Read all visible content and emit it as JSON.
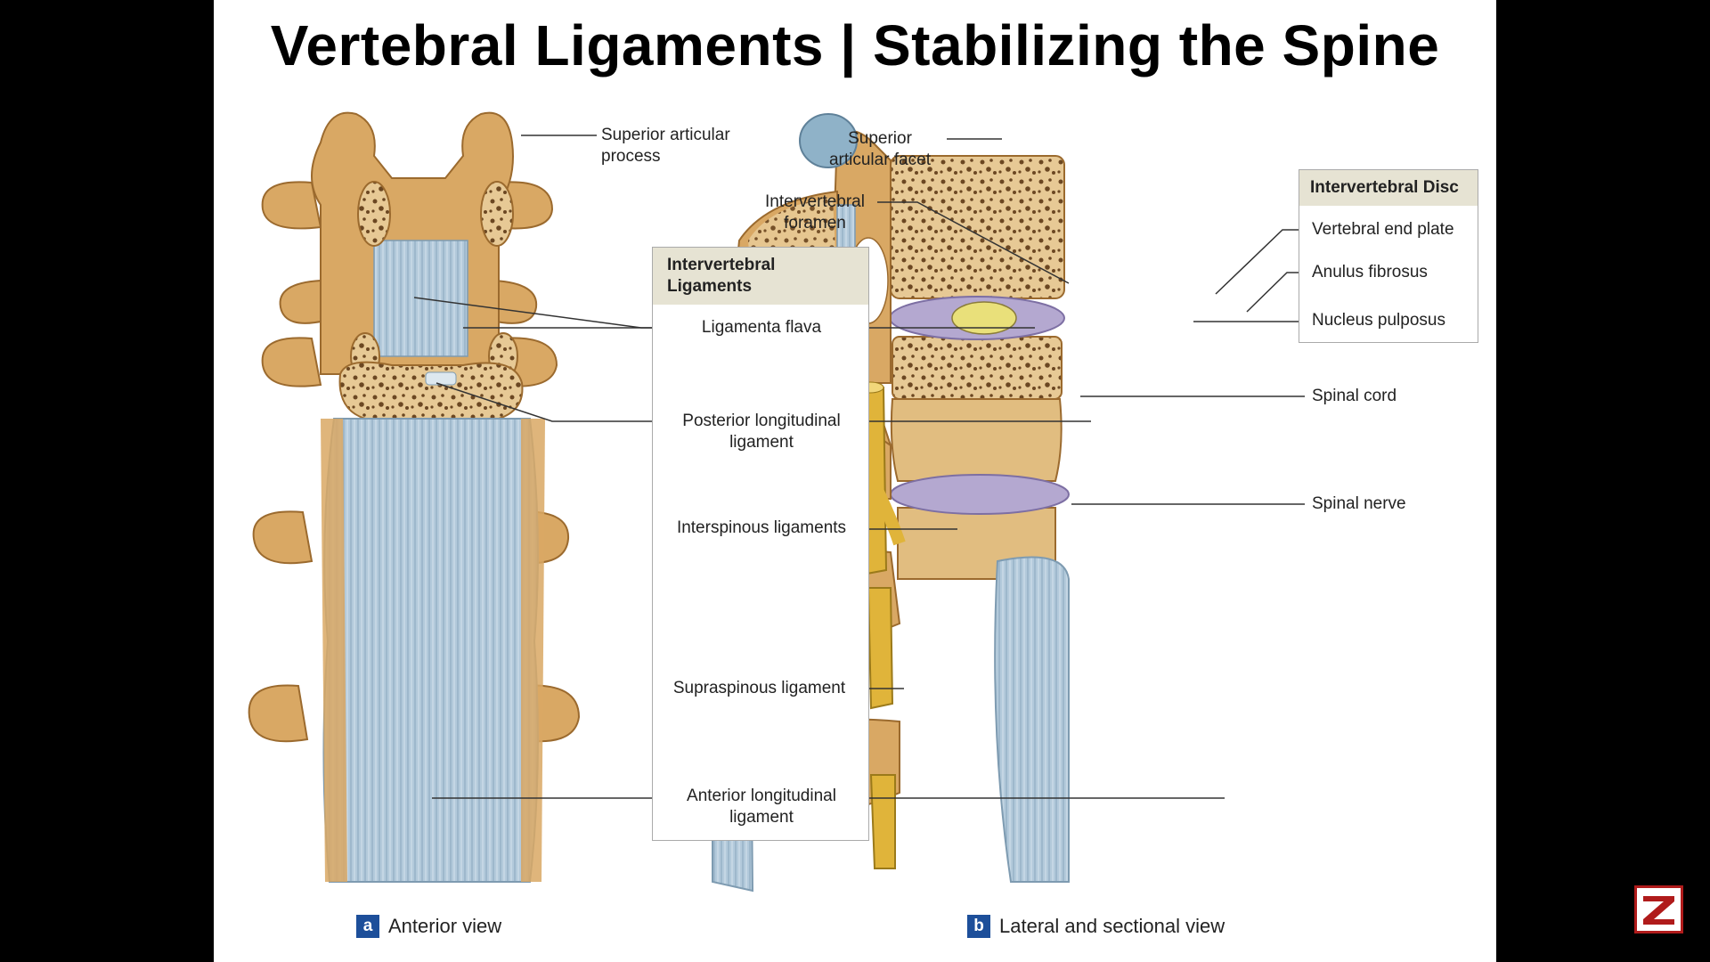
{
  "title": "Vertebral Ligaments | Stabilizing the Spine",
  "colors": {
    "bone": "#d9a864",
    "bone_dark": "#9b6a2e",
    "ligament": "#a9c2d4",
    "disc": "#b4a8d0",
    "nerve": "#e0b43a",
    "panel": "#e6e3d3",
    "badge": "#1d4f9a"
  },
  "ligaments_box": {
    "heading": "Intervertebral Ligaments",
    "items": [
      "Ligamenta flava",
      "Posterior longitudinal ligament",
      "Interspinous ligaments",
      "Supraspinous ligament",
      "Anterior longitudinal ligament"
    ]
  },
  "disc_box": {
    "heading": "Intervertebral Disc",
    "items": [
      "Vertebral end plate",
      "Anulus fibrosus",
      "Nucleus pulposus"
    ]
  },
  "labels": {
    "superior_articular_process": "Superior articular process",
    "superior_articular_facet": "Superior articular facet",
    "intervertebral_foramen": "Intervertebral foramen",
    "spinal_cord": "Spinal cord",
    "spinal_nerve": "Spinal nerve"
  },
  "captions": {
    "a_letter": "a",
    "a_text": "Anterior view",
    "b_letter": "b",
    "b_text": "Lateral and sectional view"
  }
}
